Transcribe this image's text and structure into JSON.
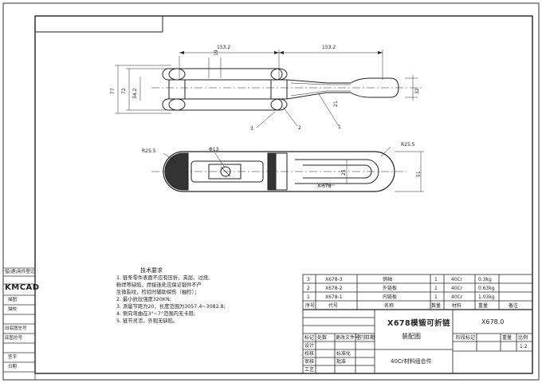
{
  "drawing": {
    "dims": {
      "d1": "153.2",
      "d2": "153.2",
      "d3": "19",
      "d4": "77",
      "d5": "72",
      "d6": "34.2",
      "d7": "21",
      "d8": "32",
      "r1": "R25.5",
      "r2": "R25.5",
      "phi": "Φ13",
      "d9": "25",
      "d10": "51",
      "section": "X-678"
    },
    "callouts": {
      "c1": "1",
      "c2": "2",
      "c3": "3"
    }
  },
  "notes": {
    "title": "技术要求",
    "lines": [
      "1. 链条零件表面不应有压折、夹层、过烧、",
      "   粉焊等缺陷，焊接连处应保证锻件不产",
      "   生微裂纹，检验时辅助探伤（抽检）；",
      "2. 最小抗拉强度320KN;",
      "3. 测量节距为20，长度范围为3057.4~3082.8;",
      "4. 侧向弯曲在3°~7°范围内无卡阻;",
      "5. 链节灵活，外观无缺陷。"
    ]
  },
  "bom": {
    "rows": [
      {
        "no": "3",
        "code": "X678-3",
        "name": "销轴",
        "qty": "1",
        "material": "40Cr",
        "weight": "0.3kg"
      },
      {
        "no": "2",
        "code": "X678-2",
        "name": "外链板",
        "qty": "1",
        "material": "40Cr",
        "weight": "0.63kg"
      },
      {
        "no": "1",
        "code": "X678-1",
        "name": "内链板",
        "qty": "1",
        "material": "40Cr",
        "weight": "1.03kg"
      }
    ],
    "headers": {
      "no": "序号",
      "code": "代号",
      "name": "名称",
      "qty": "数量",
      "material": "材料",
      "weight": "重量",
      "remark": "备注"
    }
  },
  "title_block": {
    "title_line1": "X678模锻可折链",
    "title_line2": "装配图",
    "drawing_no": "X678.0",
    "material_note": "40Cr材料组合件",
    "scale_label": "比例",
    "scale": "1:2",
    "stage_label": "阶段标记",
    "weight_label": "重量",
    "labels_left": [
      "标记",
      "处数",
      "更改文件号",
      "签字",
      "日期"
    ],
    "labels_rows": [
      "设计",
      "校核",
      "审核",
      "工艺",
      "标准化",
      "批准"
    ]
  },
  "side_panel": {
    "top": "借(通)用件登记",
    "kmcad": "KMCAD",
    "items": [
      "描图",
      "描校",
      "旧底图总号",
      "底图总号",
      "签字",
      "日期"
    ]
  }
}
